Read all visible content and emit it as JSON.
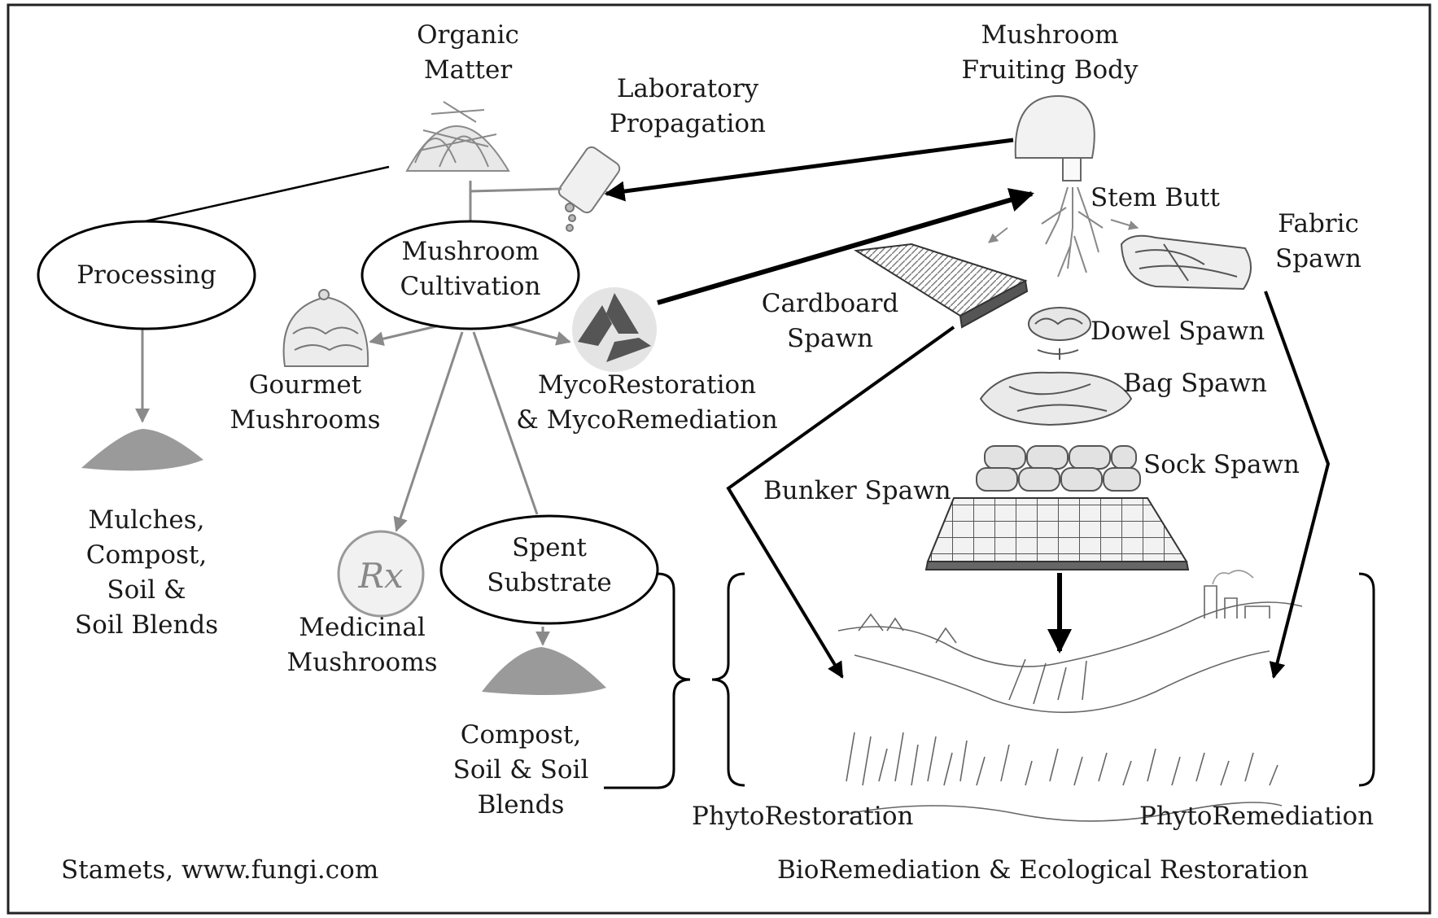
{
  "nodes": {
    "organic_matter": [
      "Organic",
      "Matter"
    ],
    "lab_propagation": [
      "Laboratory",
      "Propagation"
    ],
    "fruiting_body": [
      "Mushroom",
      "Fruiting Body"
    ],
    "stem_butt": "Stem Butt",
    "processing": "Processing",
    "cultivation": [
      "Mushroom",
      "Cultivation"
    ],
    "gourmet": [
      "Gourmet",
      "Mushrooms"
    ],
    "myco": [
      "MycoRestoration",
      "& MycoRemediation"
    ],
    "cardboard": [
      "Cardboard",
      "Spawn"
    ],
    "fabric": [
      "Fabric",
      "Spawn"
    ],
    "dowel": "Dowel Spawn",
    "bag": "Bag Spawn",
    "sock": "Sock Spawn",
    "bunker": "Bunker Spawn",
    "mulches": [
      "Mulches,",
      "Compost,",
      "Soil &",
      "Soil Blends"
    ],
    "medicinal": [
      "Medicinal",
      "Mushrooms"
    ],
    "spent": [
      "Spent",
      "Substrate"
    ],
    "compost": [
      "Compost,",
      "Soil & Soil",
      "Blends"
    ],
    "phyto_restoration": "PhytoRestoration",
    "phyto_remediation": "PhytoRemediation"
  },
  "icons": {
    "rx_symbol": "Rx"
  },
  "footer": {
    "credit": "Stamets, www.fungi.com",
    "caption": "BioRemediation & Ecological Restoration"
  },
  "colors": {
    "frame": "#222222",
    "black_arrow": "#000000",
    "gray_line": "#8a8a8a",
    "pile": "#9a9a9a"
  }
}
